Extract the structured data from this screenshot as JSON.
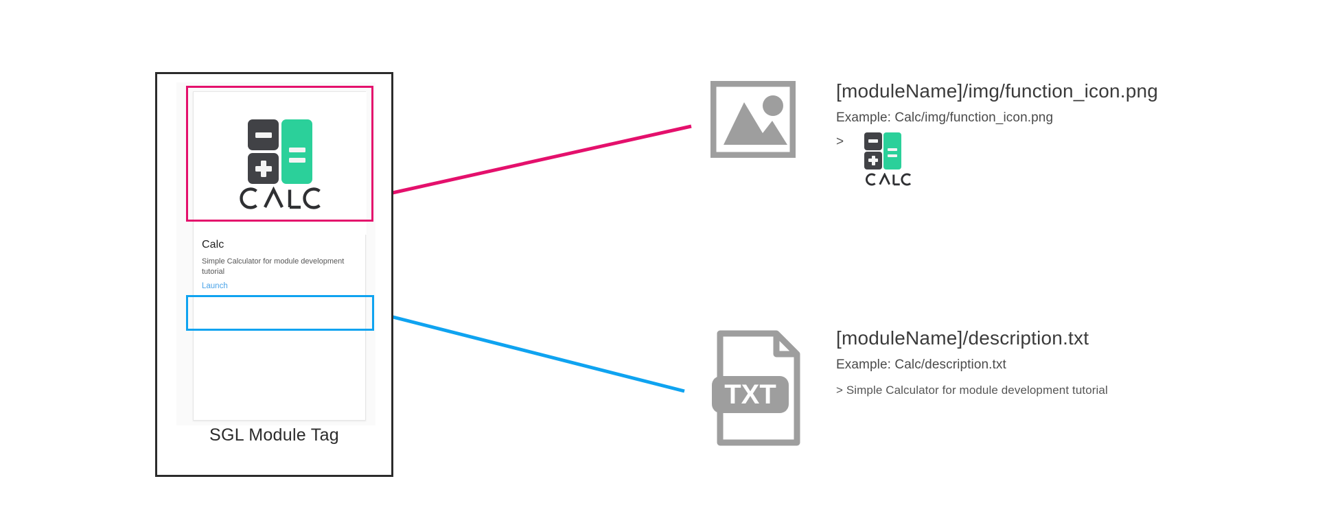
{
  "colors": {
    "highlight_pink": "#e4106c",
    "highlight_blue": "#0fa3f0",
    "frame_black": "#2b2b2b",
    "calc_dark": "#414246",
    "calc_green": "#2bd09a",
    "glyph_gray": "#9e9e9e",
    "link_blue": "#4aa3e8"
  },
  "module_tag": {
    "caption": "SGL Module Tag",
    "card": {
      "thumbnail_icon": "calc-logo",
      "logo_wordmark": "CALC",
      "title": "Calc",
      "description": "Simple Calculator for module development tutorial",
      "launch_label": "Launch"
    }
  },
  "callouts": [
    {
      "id": "function-icon",
      "glyph": "image-placeholder-icon",
      "title": "[moduleName]/img/function_icon.png",
      "example": "Example: Calc/img/function_icon.png",
      "output_prefix": ">",
      "output_preview_icon": "calc-logo",
      "output_preview_word": "CALC"
    },
    {
      "id": "description-txt",
      "glyph": "txt-file-icon",
      "glyph_label": "TXT",
      "title": "[moduleName]/description.txt",
      "example": "Example: Calc/description.txt",
      "output_text": "> Simple Calculator for module development tutorial"
    }
  ]
}
